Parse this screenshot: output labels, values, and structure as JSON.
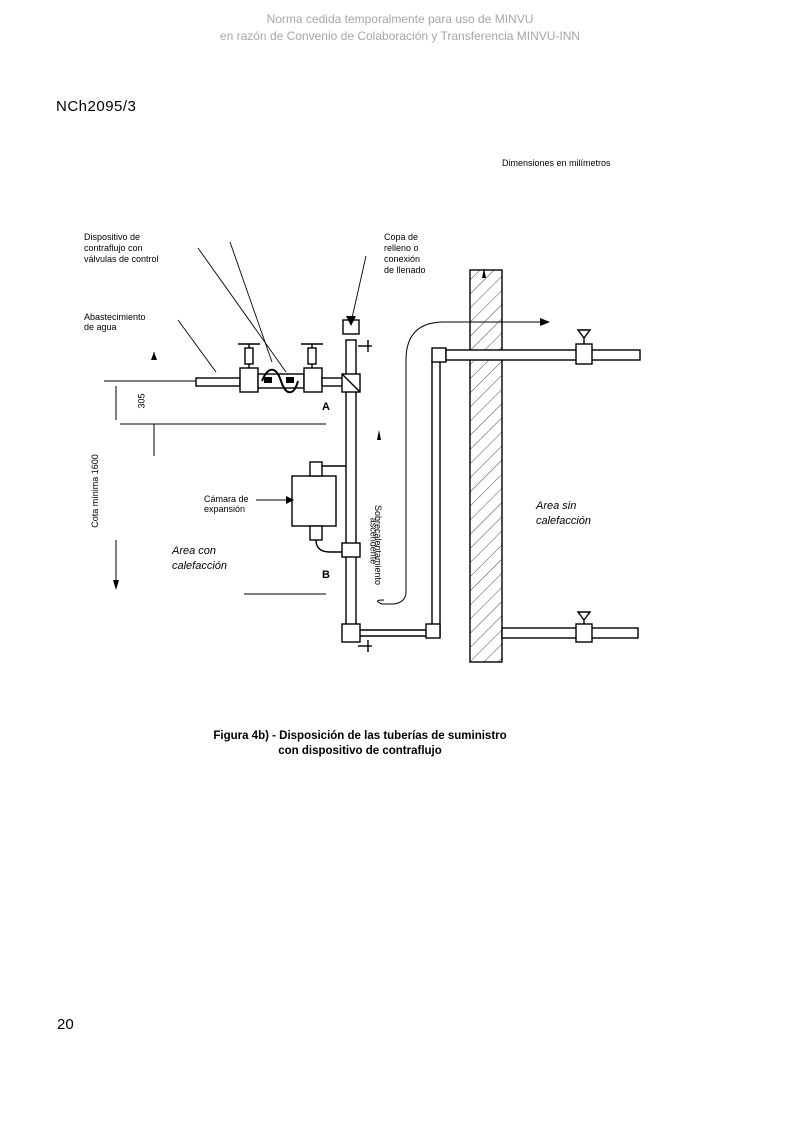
{
  "watermark": {
    "line1": "Norma cedida temporalmente para uso de MINVU",
    "line2": "en razón de Convenio de Colaboración y Transferencia MINVU-INN"
  },
  "header": {
    "standard_code": "NCh2095/3"
  },
  "figure": {
    "dimensions_note": "Dimensiones en milímetros",
    "labels": {
      "backflow_device_l1": "Dispositivo de",
      "backflow_device_l2": "contraflujo con",
      "backflow_device_l3": "válvulas de control",
      "water_supply_l1": "Abastecimiento",
      "water_supply_l2": "de agua",
      "fill_cup_l1": "Copa de",
      "fill_cup_l2": "relleno o",
      "fill_cup_l3": "conexión",
      "fill_cup_l4": "de llenado",
      "expansion_l1": "Cámara de",
      "expansion_l2": "expansión",
      "height_dim": "Cota mínima 1600",
      "dim_305": "305",
      "point_a": "A",
      "point_b": "B",
      "heated_area_l1": "Area con",
      "heated_area_l2": "calefacción",
      "unheated_area_l1": "Area sin",
      "unheated_area_l2": "calefacción",
      "riser_l1": "Sobrecalentamiento",
      "riser_l2": "ascendente"
    },
    "caption_l1": "Figura 4b) - Disposición de las tuberías de suministro",
    "caption_l2": "con dispositivo de contraflujo"
  },
  "footer": {
    "page_number": "20"
  }
}
